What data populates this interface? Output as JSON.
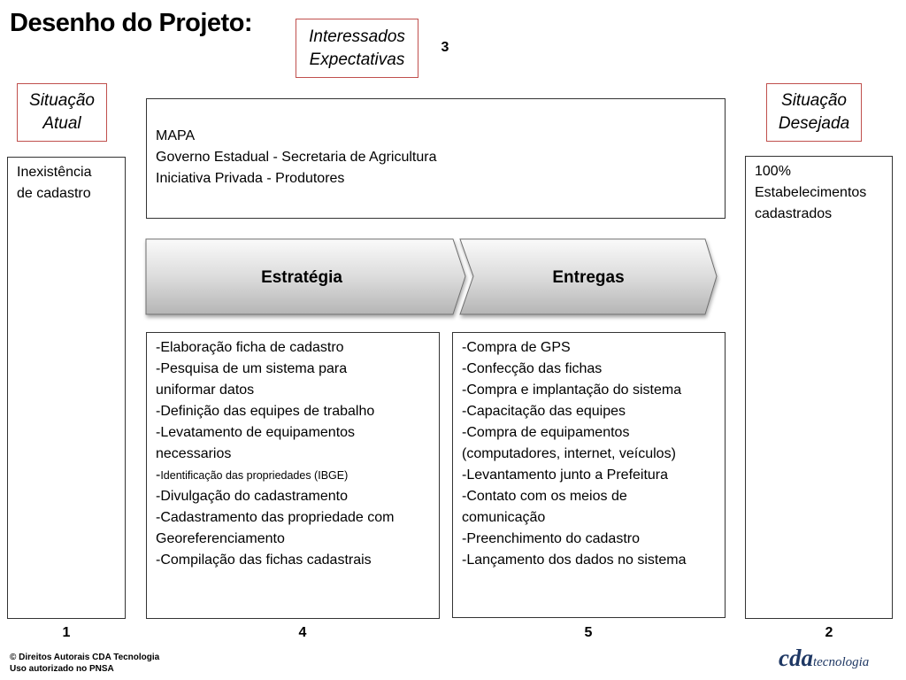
{
  "title": "Desenho do Projeto:",
  "tags": {
    "interessados": [
      "Interessados",
      "Expectativas"
    ],
    "situacao_atual": [
      "Situação",
      "Atual"
    ],
    "situacao_desejada": [
      "Situação",
      "Desejada"
    ]
  },
  "numbers": {
    "n1": "1",
    "n2": "2",
    "n3": "3",
    "n4": "4",
    "n5": "5"
  },
  "stakeholders_box": [
    "MAPA",
    "Governo Estadual - Secretaria de Agricultura",
    "Iniciativa Privada - Produtores"
  ],
  "current_box": [
    "Inexistência",
    "de cadastro"
  ],
  "desired_box": [
    "100%",
    "Estabelecimentos",
    "cadastrados"
  ],
  "arrows": {
    "estrategia": "Estratégia",
    "entregas": "Entregas"
  },
  "strategy_box": [
    "-Elaboração ficha de cadastro",
    "-Pesquisa de um sistema para",
    "uniformar datos",
    "-Definição das equipes de trabalho",
    "-Levatamento de equipamentos",
    "necessarios",
    "-",
    "Identificação das propriedades (IBGE)",
    "-Divulgação do cadastramento",
    "-Cadastramento das propriedade com",
    "Georeferenciamento",
    "-Compilação das fichas cadastrais"
  ],
  "deliveries_box": [
    "-Compra de GPS",
    "-Confecção das fichas",
    "-Compra e implantação do sistema",
    "-Capacitação das equipes",
    "-Compra de equipamentos",
    "(computadores, internet, veículos)",
    "-Levantamento junto a Prefeitura",
    "-Contato com os meios de",
    "comunicação",
    "-Preenchimento do cadastro",
    "-Lançamento dos dados no sistema"
  ],
  "footer": [
    "© Direitos Autorais CDA Tecnologia",
    "Uso autorizado no PNSA"
  ],
  "logo": {
    "main": "cda",
    "sub": "tecnologia",
    "color": "#1f3864"
  },
  "colors": {
    "tag_border": "#c0504d",
    "arrow_fill_top": "#fafafa",
    "arrow_fill_bottom": "#b5b5b5"
  }
}
